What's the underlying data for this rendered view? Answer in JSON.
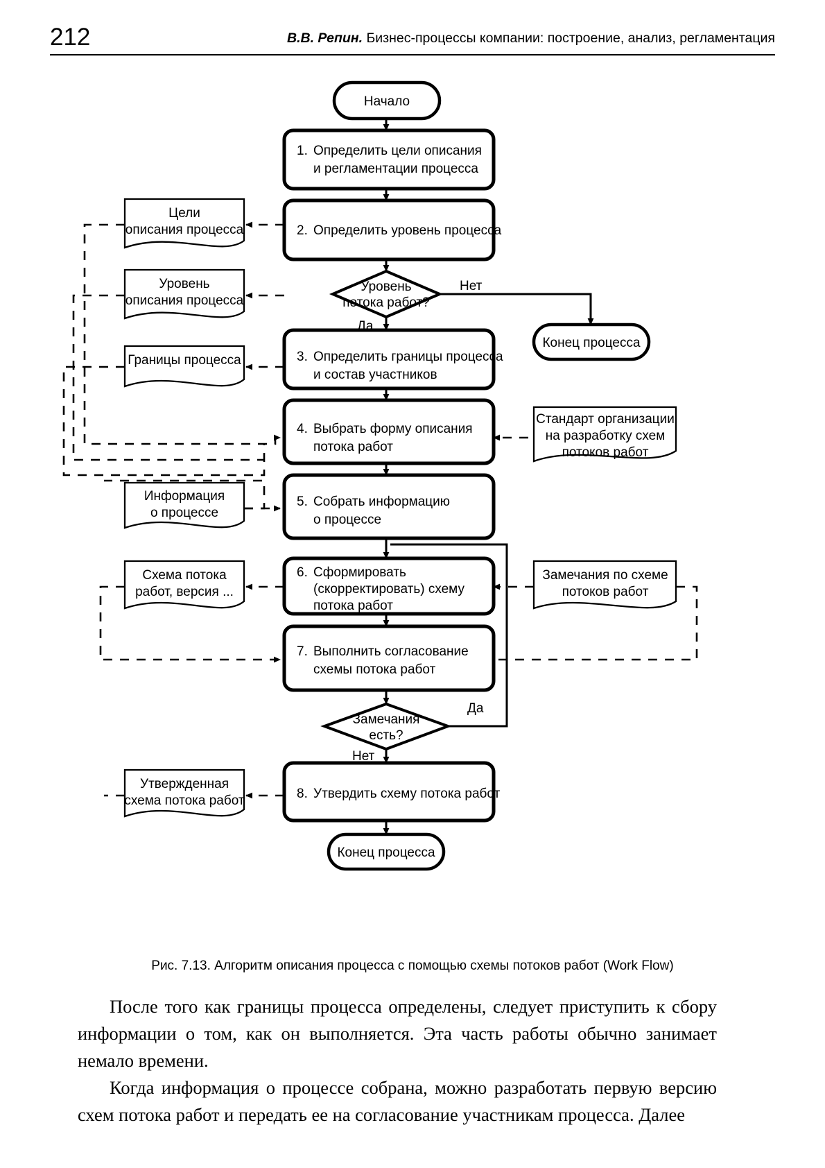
{
  "header": {
    "page_number": "212",
    "author": "В.В. Репин.",
    "title": " Бизнес-процессы компании: построение, анализ, регламентация"
  },
  "figure": {
    "caption": "Рис. 7.13. Алгоритм описания процесса с помощью схемы потоков работ (Work Flow)",
    "terminators": {
      "start": "Начало",
      "end_right": "Конец процесса",
      "end_bottom": "Конец процесса"
    },
    "steps": [
      {
        "id": "s1",
        "num": "1.",
        "line1": "Определить цели описания",
        "line2": "и регламентации процесса"
      },
      {
        "id": "s2",
        "num": "2.",
        "line1": "Определить уровень процесса",
        "line2": ""
      },
      {
        "id": "s3",
        "num": "3.",
        "line1": "Определить границы процесса",
        "line2": "и состав участников"
      },
      {
        "id": "s4",
        "num": "4.",
        "line1": "Выбрать форму описания",
        "line2": "потока работ"
      },
      {
        "id": "s5",
        "num": "5.",
        "line1": "Собрать информацию",
        "line2": "о процессе"
      },
      {
        "id": "s6",
        "num": "6.",
        "line1": "Сформировать",
        "line2": "(скорректировать) схему",
        "line3": "потока работ"
      },
      {
        "id": "s7",
        "num": "7.",
        "line1": "Выполнить согласование",
        "line2": "схемы потока работ"
      },
      {
        "id": "s8",
        "num": "8.",
        "line1": "Утвердить схему потока работ",
        "line2": ""
      }
    ],
    "decisions": [
      {
        "id": "d1",
        "line1": "Уровень",
        "line2": "потока работ?",
        "yes": "Да",
        "no": "Нет"
      },
      {
        "id": "d2",
        "line1": "Замечания",
        "line2": "есть?",
        "yes": "Да",
        "no": "Нет"
      }
    ],
    "documents": [
      {
        "id": "doc1",
        "line1": "Цели",
        "line2": "описания процесса",
        "line3": ""
      },
      {
        "id": "doc2",
        "line1": "Уровень",
        "line2": "описания процесса",
        "line3": ""
      },
      {
        "id": "doc3",
        "line1": "Границы процесса",
        "line2": "",
        "line3": ""
      },
      {
        "id": "doc4",
        "line1": "Стандарт организации",
        "line2": "на разработку схем",
        "line3": "потоков работ"
      },
      {
        "id": "doc5",
        "line1": "Информация",
        "line2": "о процессе",
        "line3": ""
      },
      {
        "id": "doc6",
        "line1": "Схема потока",
        "line2": "работ, версия ...",
        "line3": ""
      },
      {
        "id": "doc7",
        "line1": "Замечания по схеме",
        "line2": "потоков работ",
        "line3": ""
      },
      {
        "id": "doc8",
        "line1": "Утвержденная",
        "line2": "схема потока работ",
        "line3": ""
      }
    ]
  },
  "body": {
    "paragraph_1": "После того как границы процесса определены, следует приступить к сбору информации о том, как он выполняется. Эта часть работы обычно занимает немало времени.",
    "paragraph_2": "Когда информация о процессе собрана, можно разработать первую версию схем потока работ и передать ее на согласование участникам процесса. Далее"
  }
}
